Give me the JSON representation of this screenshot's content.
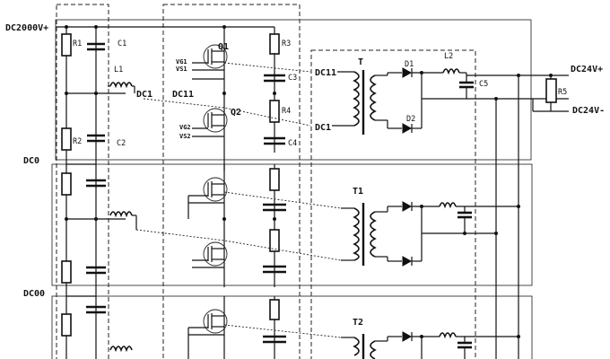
{
  "labels": {
    "dc2000v_plus": "DC2000V+",
    "dc0": "DC0",
    "dc00": "DC00",
    "dc24v_plus": "DC24V+",
    "dc24v_minus": "DC24V-",
    "dc1": "DC1",
    "dc11": "DC11",
    "dc11_right": "DC11",
    "dc1_right": "DC1",
    "vg1": "VG1",
    "vs1": "VS1",
    "vg2": "VG2",
    "vs2": "VS2",
    "r1": "R1",
    "r2": "R2",
    "r3": "R3",
    "r4": "R4",
    "r5": "R5",
    "c1": "C1",
    "c2": "C2",
    "c3": "C3",
    "c4": "C4",
    "c5": "C5",
    "l1": "L1",
    "l2": "L2",
    "q1": "Q1",
    "q2": "Q2",
    "d1": "D1",
    "d2": "D2",
    "t": "T",
    "t1": "T1",
    "t2": "T2"
  }
}
